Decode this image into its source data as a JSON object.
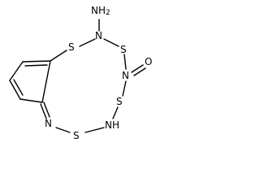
{
  "atoms": {
    "amine_label": "NH",
    "amine_subscript": "2",
    "n_top": "N",
    "s_left_top": "S",
    "s_right_top": "S",
    "n_oxide": "N",
    "o_oxide": "O",
    "s_right_bottom": "S",
    "nh_bottom": "NH",
    "s_bottom": "S",
    "n_imine": "N"
  }
}
